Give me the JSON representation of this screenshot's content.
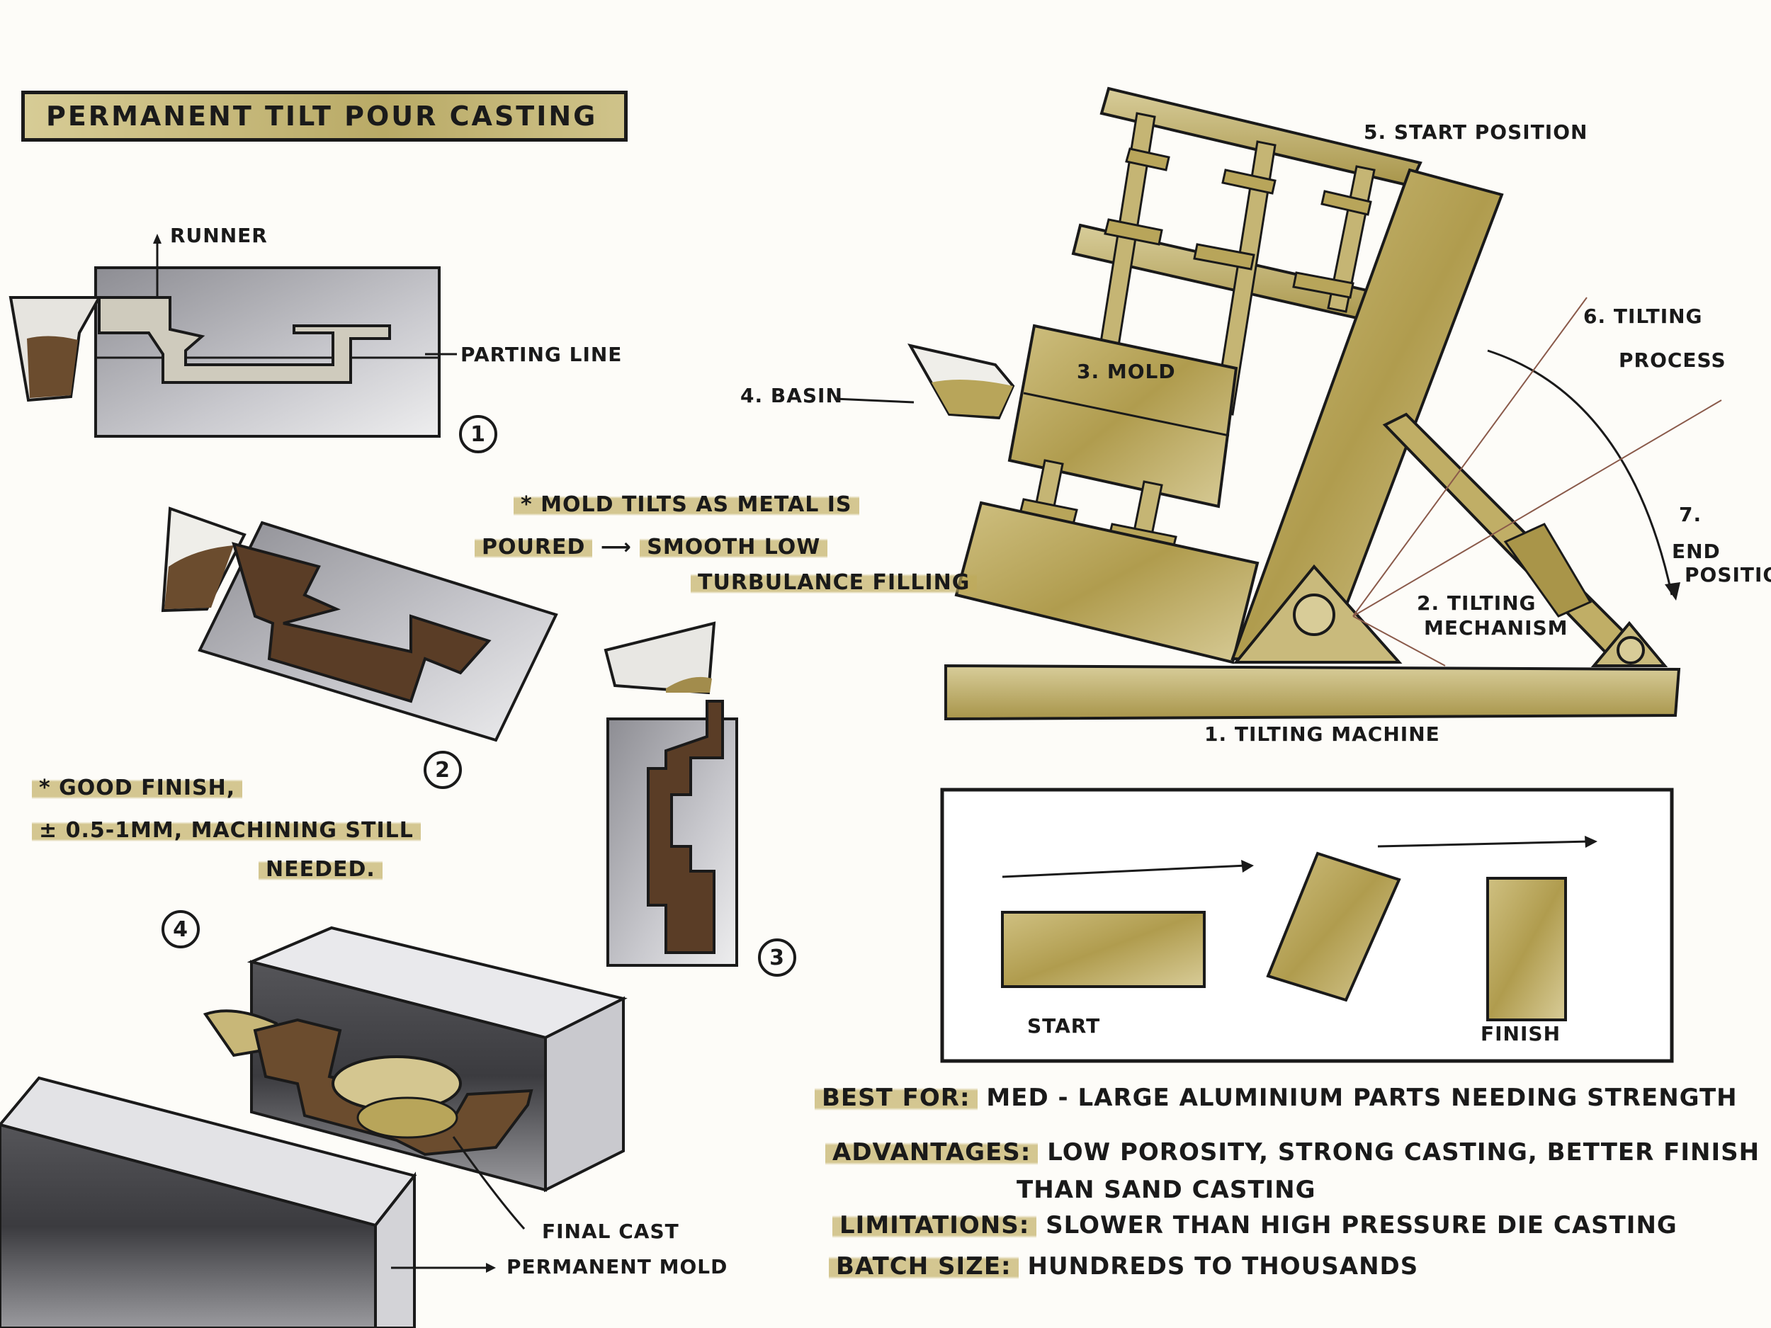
{
  "title": "PERMANENT TILT POUR CASTING",
  "labels": {
    "runner": "RUNNER",
    "parting_line": "PARTING LINE",
    "basin": "4. BASIN",
    "mold": "3. MOLD",
    "start_position": "5. START POSITION",
    "tilting_process_1": "6. TILTING",
    "tilting_process_2": "PROCESS",
    "end_position_1": "7.",
    "end_position_2": "END",
    "end_position_3": "POSITION",
    "tilting_mechanism_1": "2. TILTING",
    "tilting_mechanism_2": "MECHANISM",
    "tilting_machine": "1. TILTING MACHINE",
    "start": "START",
    "finish": "FINISH",
    "final_cast": "FINAL CAST",
    "permanent_mold": "PERMANENT MOLD"
  },
  "steps": [
    "1",
    "2",
    "3",
    "4"
  ],
  "notes": {
    "tilt_1": "* MOLD TILTS AS METAL IS",
    "tilt_2a": "POURED",
    "tilt_2b": "SMOOTH LOW",
    "tilt_3": "TURBULANCE FILLING",
    "finish_1": "* GOOD FINISH,",
    "finish_2": "± 0.5-1mm, MACHINING STILL",
    "finish_3": "NEEDED."
  },
  "info": [
    {
      "key": "BEST FOR:",
      "value": "MED - LARGE ALUMINIUM PARTS NEEDING STRENGTH"
    },
    {
      "key": "ADVANTAGES:",
      "value": "LOW POROSITY, STRONG CASTING, BETTER FINISH",
      "value2": "THAN SAND CASTING"
    },
    {
      "key": "LIMITATIONS:",
      "value": "SLOWER THAN HIGH PRESSURE DIE CASTING"
    },
    {
      "key": "BATCH SIZE:",
      "value": "HUNDREDS TO THOUSANDS"
    }
  ],
  "colors": {
    "ink": "#1a1a1a",
    "gold": "#b8a55a",
    "gold_dark": "#8f7e3a",
    "brown": "#5a3d26",
    "gray": "#8a8a8e"
  }
}
